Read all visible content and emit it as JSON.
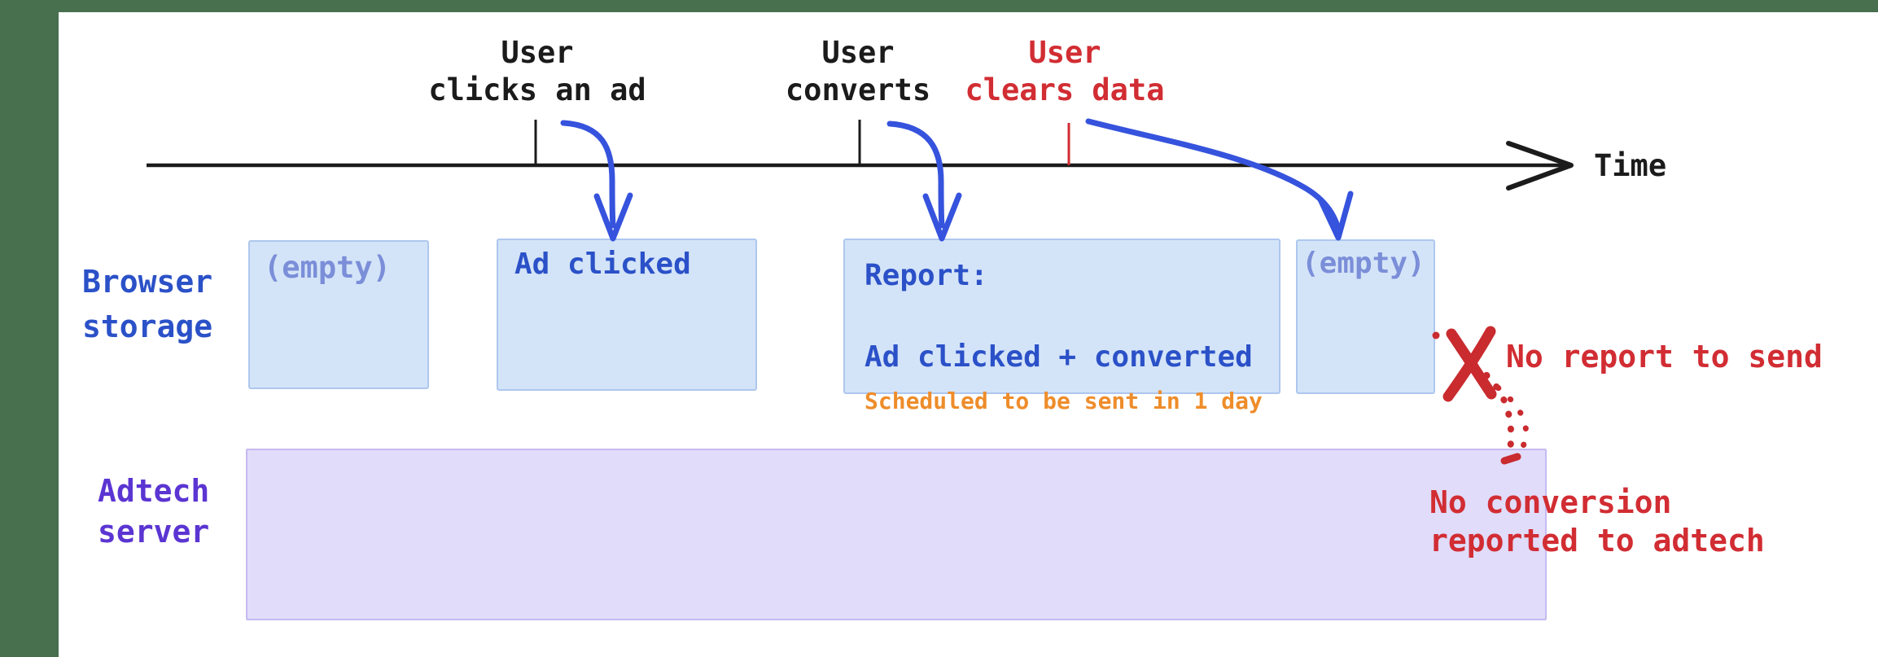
{
  "timeline": {
    "axis_label": "Time",
    "events": [
      {
        "label": "User\nclicks an ad",
        "color": "black"
      },
      {
        "label": "User\nconverts",
        "color": "black"
      },
      {
        "label": "User\nclears data",
        "color": "red"
      }
    ]
  },
  "storage_row": {
    "label": "Browser\nstorage",
    "boxes": [
      {
        "label": "(empty)"
      },
      {
        "label": "Ad clicked"
      },
      {
        "title": "Report:",
        "line2": "Ad clicked + converted",
        "note": "Scheduled to be sent in 1 day"
      },
      {
        "label": "(empty)"
      }
    ]
  },
  "server_row": {
    "label": "Adtech\nserver"
  },
  "annotations": {
    "no_report": "No report to send",
    "no_conversion": "No conversion\nreported to adtech"
  },
  "colors": {
    "frame_green": "#48704f",
    "axis_black": "#1b1b1b",
    "blue_text": "#2b51c8",
    "blue_arrow": "#3653dd",
    "storage_box_fill": "#d4e4f8",
    "storage_box_border": "#aec7ee",
    "empty_text": "#7b8ed8",
    "note_orange": "#ee8d2b",
    "alert_red": "#d12d33",
    "server_text_purple": "#5b35d2",
    "server_box_fill": "#e1dcfa",
    "server_box_border": "#c6baf1"
  }
}
